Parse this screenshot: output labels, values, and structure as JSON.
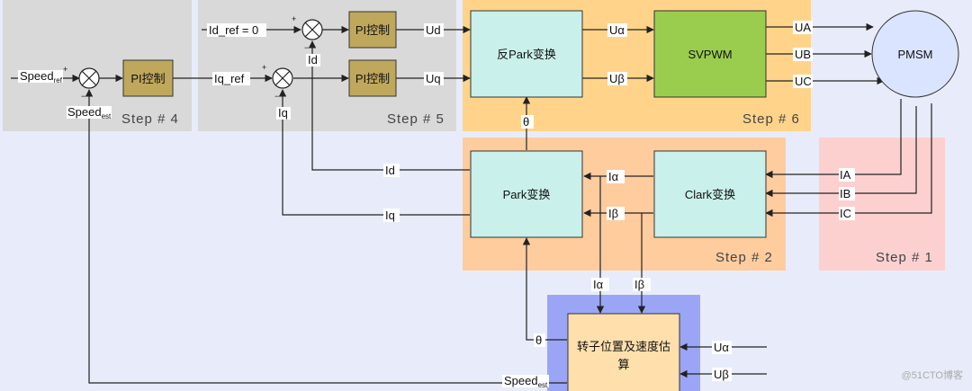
{
  "colors": {
    "background": "#e8ecfa",
    "step_gray": "#d9d9d9",
    "step6_orange": "#ffd48a",
    "step2_orange": "#ffcc9e",
    "step1_pink": "#fdd0d0",
    "estimator_blue": "#9aa6f5",
    "block_teal": "#c9f0ea",
    "block_pi": "#bfa85c",
    "block_svpwm": "#9acd4e",
    "block_pmsm": "#dbe4ff",
    "block_estimator": "#ffe0ad"
  },
  "steps": {
    "step1": "Step # 1",
    "step2": "Step # 2",
    "step4": "Step # 4",
    "step5": "Step # 5",
    "step6": "Step # 6"
  },
  "blocks": {
    "pi_speed": "PI控制",
    "pi_d": "PI控制",
    "pi_q": "PI控制",
    "inv_park": "反Park变换",
    "svpwm": "SVPWM",
    "pmsm": "PMSM",
    "park": "Park变换",
    "clark": "Clark变换",
    "estimator_line1": "转子位置及速度估",
    "estimator_line2": "算"
  },
  "signals": {
    "speed_ref_main": "Speed",
    "speed_ref_sub": "ref",
    "speed_est_main": "Speed",
    "speed_est_sub": "est",
    "id_ref": "Id_ref = 0",
    "iq_ref": "Iq_ref",
    "ud": "Ud",
    "uq": "Uq",
    "u_alpha": "Uα",
    "u_beta": "Uβ",
    "ua": "UA",
    "ub": "UB",
    "uc": "UC",
    "ia_phase": "IA",
    "ib_phase": "IB",
    "ic_phase": "IC",
    "i_alpha": "Iα",
    "i_beta": "Iβ",
    "id": "Id",
    "iq": "Iq",
    "theta": "θ",
    "plus": "+",
    "minus": "−"
  },
  "watermark": "@51CTO博客"
}
